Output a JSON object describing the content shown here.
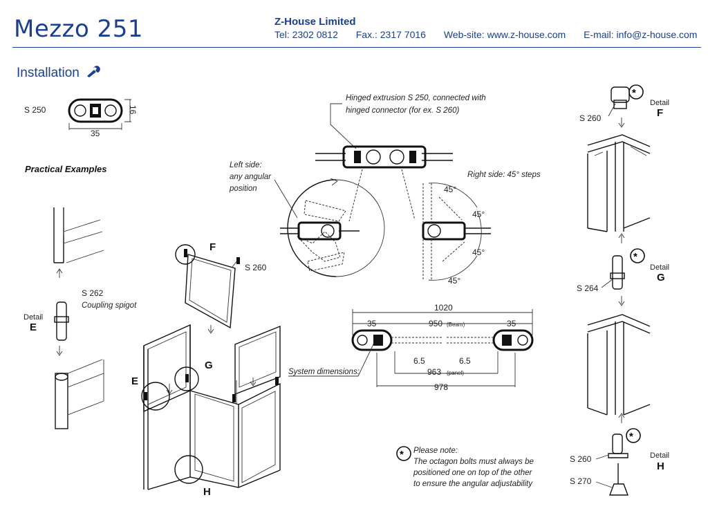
{
  "header": {
    "brand": "Mezzo 251",
    "company": "Z-House Limited",
    "tel": "Tel: 2302 0812",
    "fax": "Fax.: 2317 7016",
    "website": "Web-site: www.z-house.com",
    "email": "E-mail: info@z-house.com"
  },
  "section": {
    "title": "Installation",
    "icon": "wrench-icon"
  },
  "profile": {
    "code": "S 250",
    "width": "35",
    "height": "16"
  },
  "practical": {
    "title": "Practical Examples"
  },
  "left_detail": {
    "part": "S 262",
    "desc": "Coupling spigot",
    "detail_word": "Detail",
    "detail_letter": "E"
  },
  "assembly": {
    "label_f": "F",
    "label_g": "G",
    "label_e": "E",
    "label_h": "H",
    "part": "S 260"
  },
  "hinge": {
    "note_line1": "Hinged extrusion S 250, connected with",
    "note_line2": "hinged connector (for ex. S 260)",
    "left_line1": "Left side:",
    "left_line2": "any angular",
    "left_line3": "position",
    "right": "Right side: 45° steps",
    "angle": "45°"
  },
  "dimensions": {
    "caption": "System dimensions:",
    "total": "1020",
    "end": "35",
    "beam": "950",
    "beam_unit": "(Beam)",
    "gap": "6.5",
    "panel": "963",
    "panel_unit": "(panel)",
    "inner": "978"
  },
  "note": {
    "title": "Please note:",
    "line1": "The octagon bolts must always be",
    "line2": "positioned one on top of the other",
    "line3": "to ensure the angular adjustability"
  },
  "right_details": {
    "detail_word": "Detail",
    "f_letter": "F",
    "g_letter": "G",
    "h_letter": "H",
    "part_s260": "S 260",
    "part_s264": "S 264",
    "part_s270": "S 270"
  }
}
